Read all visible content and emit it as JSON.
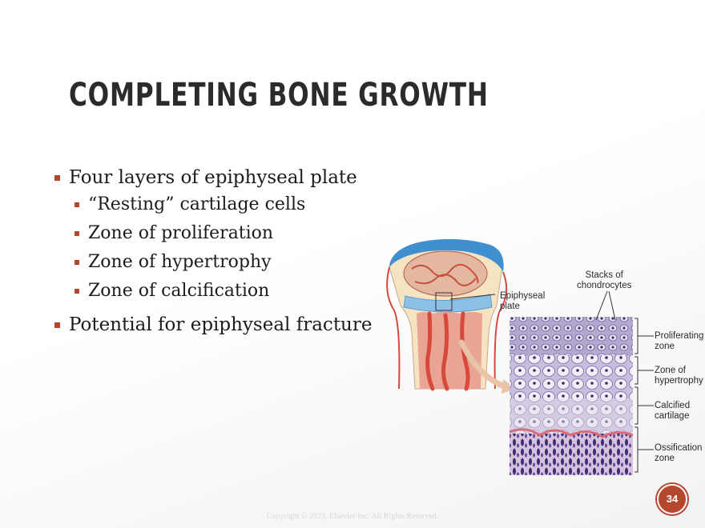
{
  "slide": {
    "title": "COMPLETING BONE GROWTH",
    "page_number": "34",
    "copyright": "Copyright © 2023, Elsevier Inc. All Rights Reserved."
  },
  "bullets": [
    {
      "text": "Four layers of epiphyseal plate",
      "sub": [
        "“Resting” cartilage cells",
        "Zone of proliferation",
        "Zone of hypertrophy",
        "Zone of calcification"
      ]
    },
    {
      "text": "Potential for epiphyseal fracture"
    }
  ],
  "figure": {
    "labels": {
      "epiphyseal_plate": [
        "Epiphyseal",
        "plate"
      ],
      "stacks": [
        "Stacks of",
        "chondrocytes"
      ],
      "proliferating": [
        "Proliferating",
        "zone"
      ],
      "hypertrophy": [
        "Zone of",
        "hypertrophy"
      ],
      "calcified": [
        "Calcified",
        "cartilage"
      ],
      "ossification": [
        "Ossification",
        "zone"
      ]
    },
    "colors": {
      "accent": "#b5472f",
      "cartilage_blue": "#3f8fd0",
      "bone_red": "#d7493b",
      "bone_cream": "#f6e3c2",
      "histology": "#a69ac4"
    }
  }
}
